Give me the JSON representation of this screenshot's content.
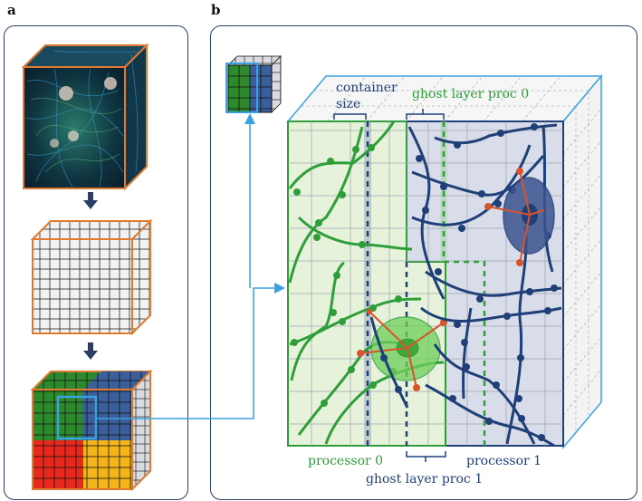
{
  "panels": {
    "a": {
      "label": "a"
    },
    "b": {
      "label": "b"
    }
  },
  "labels": {
    "container_size_line1": "container",
    "container_size_line2": "size",
    "ghost_layer_proc0": "ghost layer proc 0",
    "processor0": "processor 0",
    "processor1": "processor 1",
    "ghost_layer_proc1": "ghost layer proc 1"
  },
  "colors": {
    "panel_border": "#2b3f66",
    "cube_outline": "#e07a2e",
    "processor0": "#2f9e3a",
    "processor0_fill": "#e6f2da",
    "processor1": "#1f3f78",
    "processor1_fill": "#d9dde9",
    "highlight": "#3aa2e2",
    "red": "#e53a1e",
    "yellow": "#f5b81c",
    "link": "#d8542a"
  }
}
